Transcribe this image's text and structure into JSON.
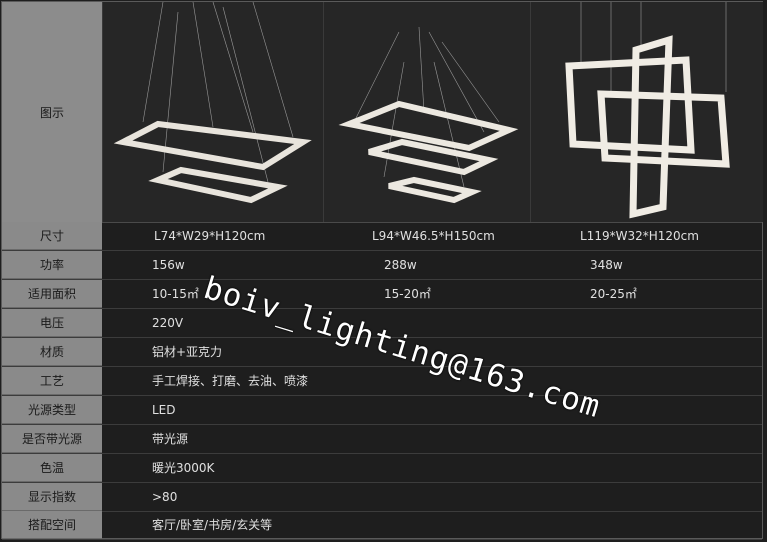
{
  "table": {
    "image_label": "图示",
    "products": [
      {
        "icon": "rect-pendant-2-tier-image"
      },
      {
        "icon": "rect-pendant-3-tier-image"
      },
      {
        "icon": "cross-frame-pendant-image"
      }
    ],
    "rows": [
      {
        "label": "尺寸",
        "values": [
          "L74*W29*H120cm",
          "L94*W46.5*H150cm",
          "L119*W32*H120cm"
        ]
      },
      {
        "label": "功率",
        "values": [
          "156w",
          "288w",
          "348w"
        ]
      },
      {
        "label": "适用面积",
        "values": [
          "10-15㎡",
          "15-20㎡",
          "20-25㎡"
        ]
      },
      {
        "label": "电压",
        "values": [
          "220V"
        ]
      },
      {
        "label": "材质",
        "values": [
          "铝材+亚克力"
        ]
      },
      {
        "label": "工艺",
        "values": [
          "手工焊接、打磨、去油、喷漆"
        ]
      },
      {
        "label": "光源类型",
        "values": [
          "LED"
        ]
      },
      {
        "label": "是否带光源",
        "values": [
          "带光源"
        ]
      },
      {
        "label": "色温",
        "values": [
          "暖光3000K"
        ]
      },
      {
        "label": "显示指数",
        "values": [
          ">80"
        ]
      },
      {
        "label": "搭配空间",
        "values": [
          "客厅/卧室/书房/玄关等"
        ]
      }
    ]
  },
  "watermark": "boiv_lighting@163.com",
  "colors": {
    "background": "#1e1e1e",
    "label_bg": "#8a8a8a",
    "text": "#e0e0e0"
  }
}
